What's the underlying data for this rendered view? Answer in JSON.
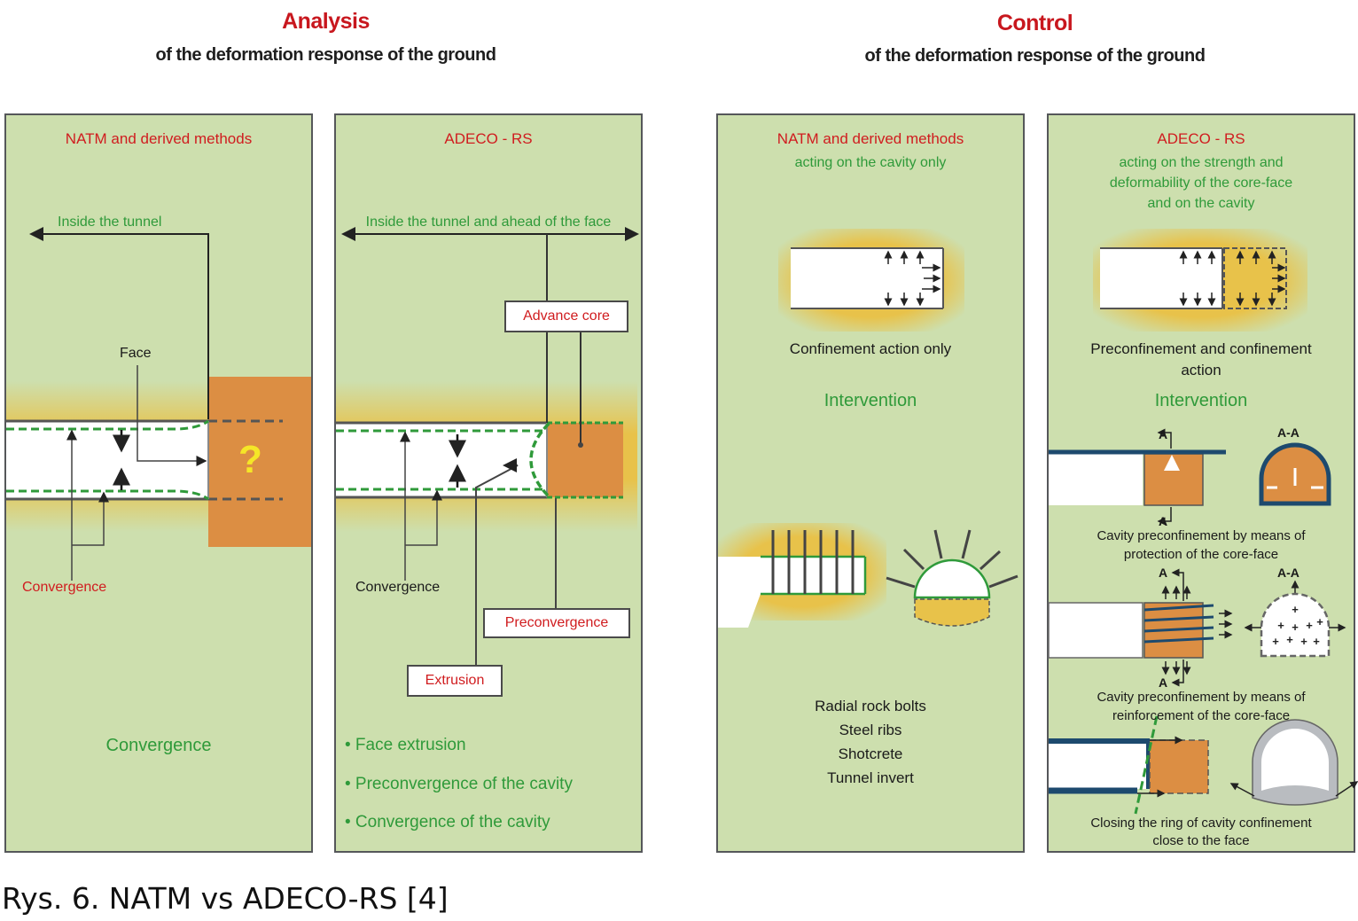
{
  "headers": {
    "analysis": {
      "title": "Analysis",
      "subtitle": "of the deformation response of the ground"
    },
    "control": {
      "title": "Control",
      "subtitle": "of the deformation response of the ground"
    }
  },
  "panels": {
    "analysis_natm": {
      "title": "NATM and derived methods",
      "scope": "Inside the tunnel",
      "face_label": "Face",
      "unknown_mark": "?",
      "convergence_label": "Convergence",
      "result": "Convergence"
    },
    "analysis_adeco": {
      "title": "ADECO - RS",
      "scope": "Inside the tunnel and ahead of the face",
      "advance_core_label": "Advance core",
      "convergence_label": "Convergence",
      "preconvergence_label": "Preconvergence",
      "extrusion_label": "Extrusion",
      "results": [
        "• Face extrusion",
        "• Preconvergence of the cavity",
        "• Convergence of the cavity"
      ]
    },
    "control_natm": {
      "title": "NATM and derived methods",
      "subtitle": "acting on the cavity only",
      "action": "Confinement action only",
      "intervention": "Intervention",
      "measures": [
        "Radial rock bolts",
        "Steel ribs",
        "Shotcrete",
        "Tunnel invert"
      ]
    },
    "control_adeco": {
      "title": "ADECO - RS",
      "subtitle_lines": [
        "acting on the strength and",
        "deformability of the core-face",
        "and on the cavity"
      ],
      "action_lines": [
        "Preconfinement and confinement",
        "action"
      ],
      "intervention": "Intervention",
      "section_mark": "A",
      "section_label": "A-A",
      "method1_lines": [
        "Cavity preconfinement by means of",
        "protection of the core-face"
      ],
      "method2_lines": [
        "Cavity preconfinement by means of",
        "reinforcement of the core-face"
      ],
      "method3_lines": [
        "Closing the ring of  cavity confinement",
        "close to the face"
      ]
    }
  },
  "colors": {
    "panel_bg": "#cddfae",
    "ground_halo": "#e8c24a",
    "core_orange": "#dc8e43",
    "title_red": "#d01c1f",
    "text_green": "#2f9a3a",
    "lining_navy": "#1d4a6e",
    "question_yellow": "#f5e627"
  },
  "caption": "Rys. 6. NATM vs ADECO-RS [4]"
}
